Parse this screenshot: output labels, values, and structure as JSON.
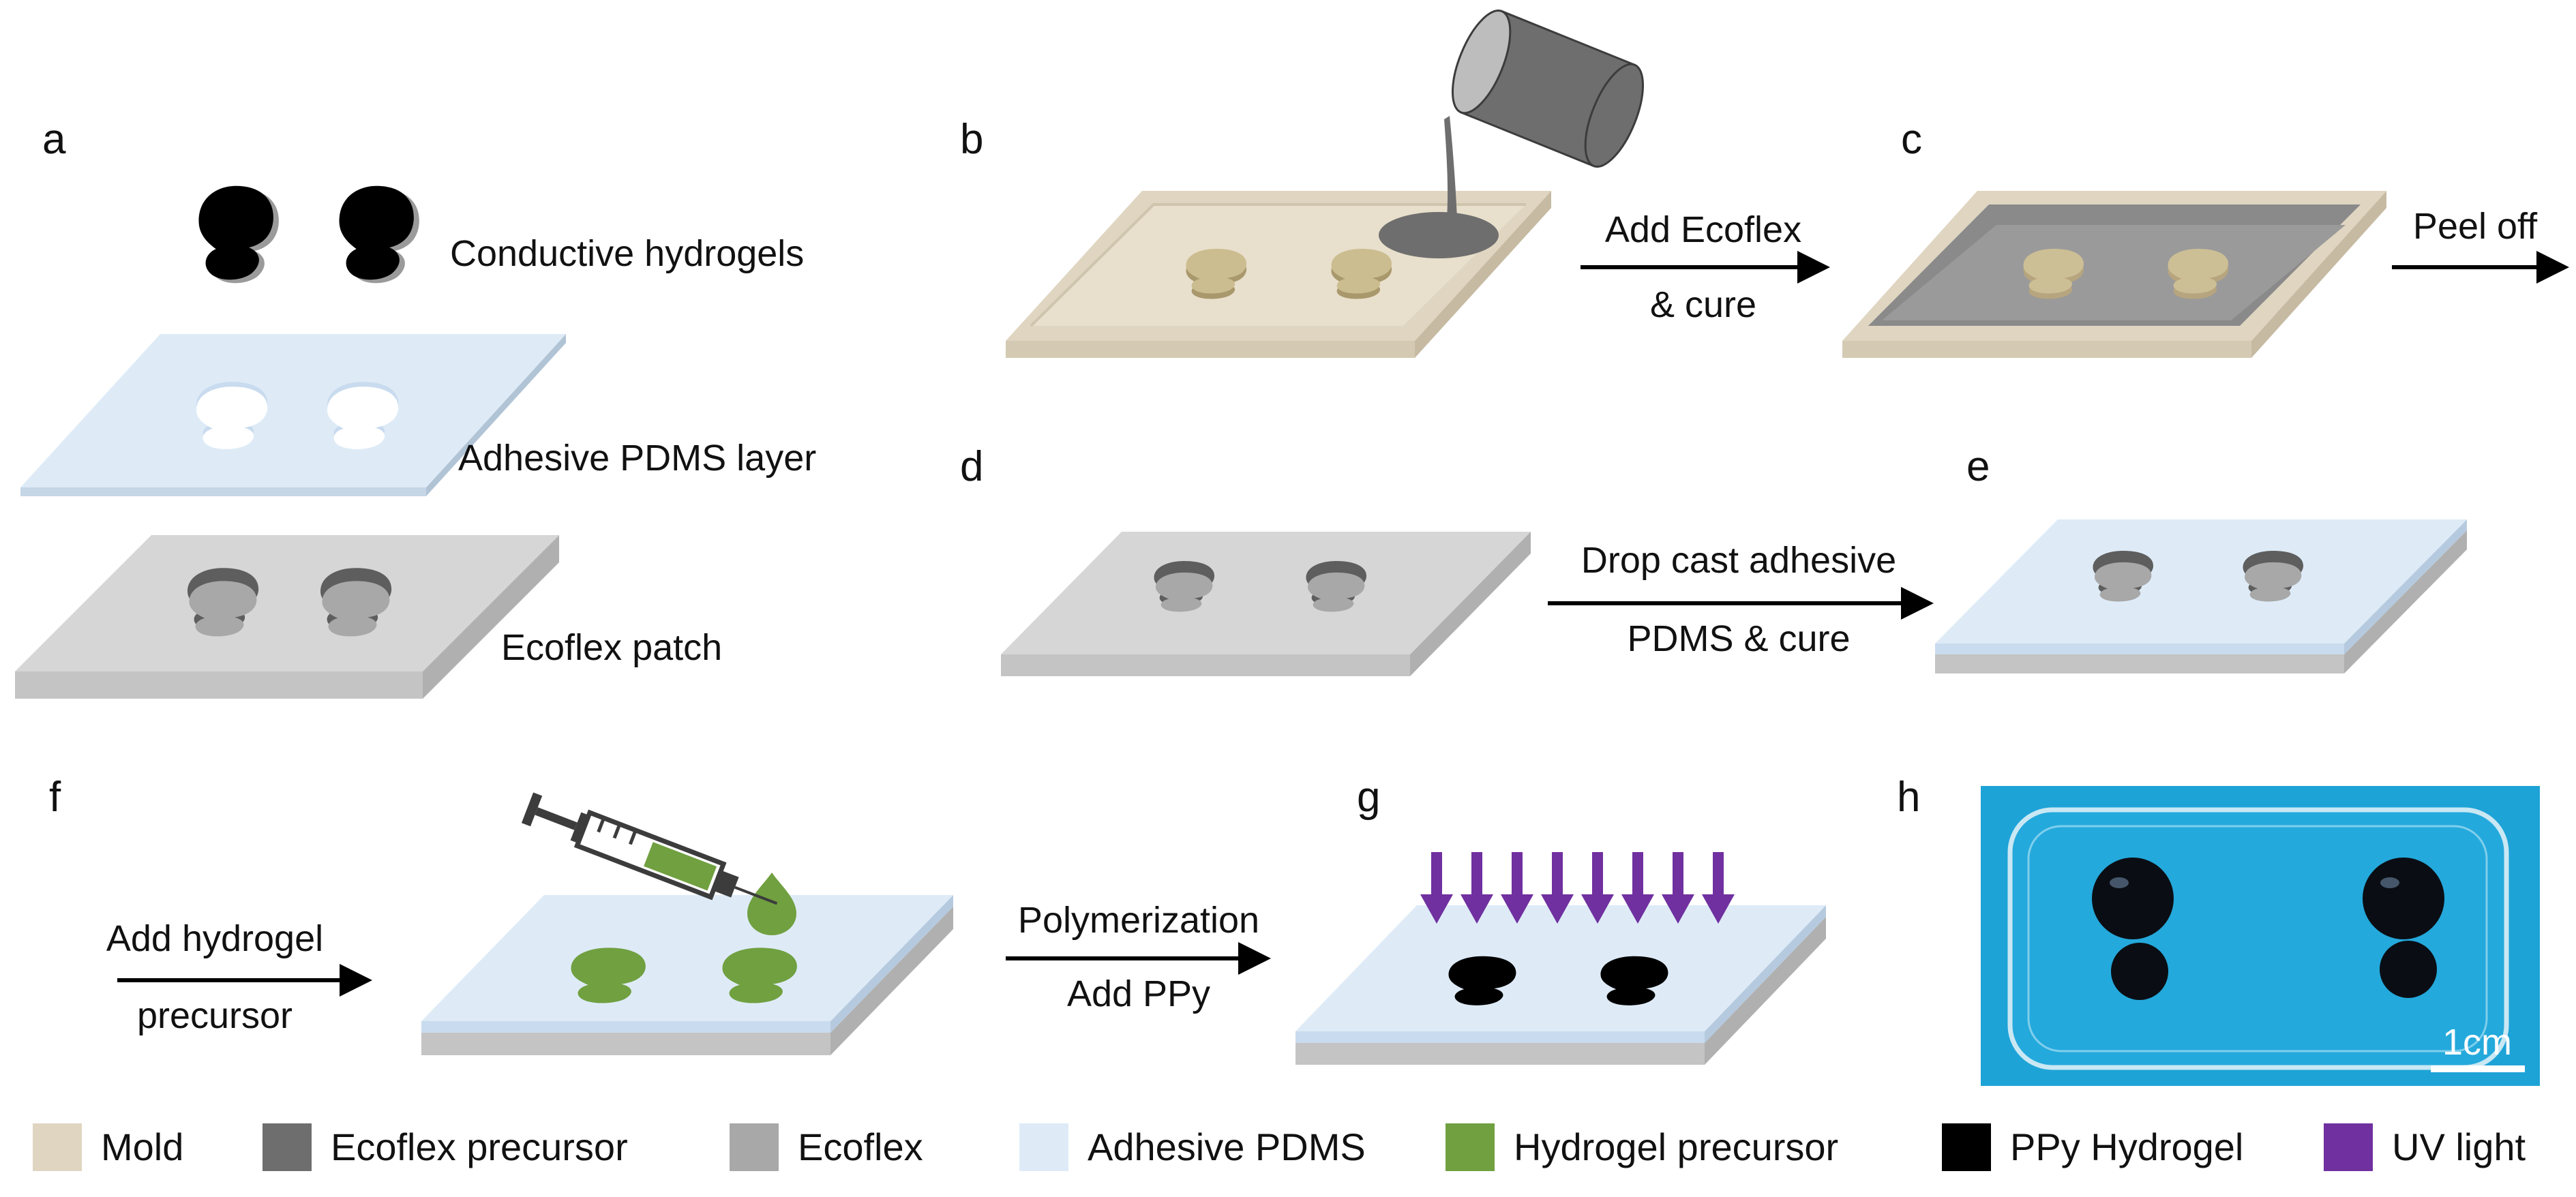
{
  "panels": {
    "a": {
      "letter": "a",
      "labels": [
        "Conductive hydrogels",
        "Adhesive PDMS layer",
        "Ecoflex patch"
      ]
    },
    "b": {
      "letter": "b"
    },
    "c": {
      "letter": "c"
    },
    "d": {
      "letter": "d"
    },
    "e": {
      "letter": "e"
    },
    "f": {
      "letter": "f"
    },
    "g": {
      "letter": "g"
    },
    "h": {
      "letter": "h",
      "scale_bar": "1cm"
    }
  },
  "steps": [
    {
      "line1": "Add Ecoflex",
      "line2": "& cure"
    },
    {
      "line1": "Peel off",
      "line2": ""
    },
    {
      "line1": "Drop cast adhesive",
      "line2": "PDMS & cure"
    },
    {
      "line1": "Add hydrogel",
      "line2": "precursor"
    },
    {
      "line1": "Polymerization",
      "line2": "Add PPy"
    }
  ],
  "legend": [
    {
      "label": "Mold",
      "color": "#dfd5c1"
    },
    {
      "label": "Ecoflex precursor",
      "color": "#6e6e6e"
    },
    {
      "label": "Ecoflex",
      "color": "#a8a8a8"
    },
    {
      "label": "Adhesive PDMS",
      "color": "#deebf7"
    },
    {
      "label": "Hydrogel precursor",
      "color": "#70a040"
    },
    {
      "label": "PPy Hydrogel",
      "color": "#000000"
    },
    {
      "label": "UV light",
      "color": "#7030a0"
    }
  ]
}
